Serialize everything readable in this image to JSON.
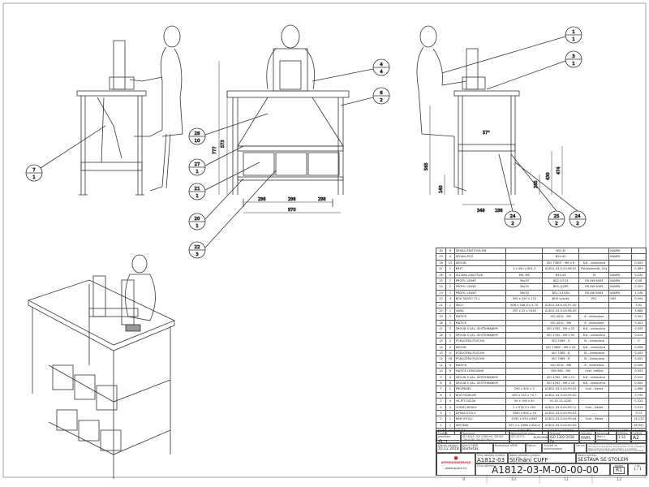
{
  "drawing": {
    "balloons_side_left": [
      {
        "top": "7",
        "bottom": "1"
      }
    ],
    "balloons_front": [
      {
        "top": "4",
        "bottom": "4"
      },
      {
        "top": "6",
        "bottom": "2"
      },
      {
        "top": "28",
        "bottom": "10"
      },
      {
        "top": "27",
        "bottom": "1"
      },
      {
        "top": "21",
        "bottom": "1"
      },
      {
        "top": "20",
        "bottom": "1"
      },
      {
        "top": "22",
        "bottom": "3"
      }
    ],
    "balloons_side_right": [
      {
        "top": "1",
        "bottom": "1"
      },
      {
        "top": "3",
        "bottom": "1"
      },
      {
        "top": "24",
        "bottom": "2"
      },
      {
        "top": "25",
        "bottom": "2"
      },
      {
        "top": "24",
        "bottom": "2"
      }
    ],
    "dimensions_front": {
      "height_table": "573",
      "height_total": "777",
      "bay1": "298",
      "bay2": "298",
      "bay3": "298",
      "width": "970"
    },
    "dimensions_side": {
      "height": "565",
      "foot": "140",
      "h1": "474",
      "h2": "430",
      "h3": "265",
      "depth1": "348",
      "depth2": "198",
      "angle": "57°"
    }
  },
  "bom": {
    "rows": [
      [
        "30",
        "8",
        "DESKA ZÁVITOVÁ M6",
        "",
        "B32-M",
        "",
        "KANPA",
        ""
      ],
      [
        "29",
        "4",
        "SPOJKA PVS",
        "",
        "B20-90",
        "",
        "KANPA",
        ""
      ],
      [
        "28",
        "10",
        "ŠROUB",
        "",
        "ISO 7380F - M6 x 8",
        "8.8 - zinkováno",
        "",
        "0,003"
      ],
      [
        "27",
        "1",
        "KRYT",
        "3 x 450 x 801,3",
        "A1812-03-S-04-96-02",
        "Polykarbonát, čirý",
        "",
        "0,983"
      ],
      [
        "26",
        "4",
        "VLOŽKA ZÁVITOVÁ",
        "M6, M6",
        "B33-26",
        "St",
        "KANPA",
        "0,035"
      ],
      [
        "25",
        "2",
        "PROFIL LEHKÝ",
        "30x30",
        "B02-5/124",
        "EN AW 6063",
        "KANPA",
        "0,08"
      ],
      [
        "24",
        "2",
        "PROFIL LEHKÝ",
        "30x30",
        "B02-3/289",
        "EN AW 6063",
        "KANPA",
        "0,329"
      ],
      [
        "23",
        "1",
        "PROFIL LEHKÝ",
        "30x30",
        "B02-1/103b",
        "EN AW 6063",
        "KANPA",
        "1,148"
      ],
      [
        "22",
        "3",
        "BOX TAURO 72 L",
        "300 x 200 x 170",
        "BOX vysoký",
        "PVC",
        "OBI",
        "0,954"
      ],
      [
        "21",
        "1",
        "SKLO",
        "806 x 438,6 x 4,70",
        "A1812-03-S-04-97-00",
        "",
        "",
        "3,92"
      ],
      [
        "20",
        "1",
        "VANA",
        "295 x 22 x 1040",
        "A1812-03-S-04-98-00",
        "",
        "",
        "3,864"
      ],
      [
        "19",
        "2",
        "MATICE",
        "",
        "ISO 4032 - M5",
        "8 - zinkováno",
        "",
        "0,001"
      ],
      [
        "18",
        "2",
        "MATICE",
        "",
        "ISO 4032 - M6",
        "8 - zinkováno",
        "",
        "0,003"
      ],
      [
        "17",
        "2",
        "ŠROUB S VAL. ŠESTIHRANEM",
        "",
        "ISO 4762 - M5 x 20",
        "8.8 - zinkováno",
        "",
        "0,005"
      ],
      [
        "16",
        "2",
        "ŠROUB S VAL. ŠESTIHRANEM",
        "",
        "ISO 4762 - M6 x 50",
        "8.8 - zinkováno",
        "",
        "0,014"
      ],
      [
        "15",
        "2",
        "PODLOŽKA PLOCHÁ",
        "",
        "ISO 7089 - 5",
        "St - zinkováno",
        "",
        "0"
      ],
      [
        "14",
        "4",
        "ŠROUB",
        "",
        "ISO 7380F - M6 x 20",
        "8.8 - zinkováno",
        "",
        "0,006"
      ],
      [
        "13",
        "4",
        "PODLOŽKA PLOCHÁ",
        "",
        "ISO 7089 - 8",
        "St - zinkováno",
        "",
        "0,003"
      ],
      [
        "12",
        "18",
        "PODLOŽKA PLOCHÁ",
        "",
        "ISO 7089 - 6",
        "St - zinkováno",
        "",
        "0,001"
      ],
      [
        "11",
        "4",
        "MATICE",
        "",
        "ISO 4032 - M8",
        "8 - zinkováno",
        "",
        "0,006"
      ],
      [
        "10",
        "8",
        "MATICE LEMOVANÁ",
        "",
        "DIN 980 - M6",
        "Ocel, měkká",
        "",
        "0,003"
      ],
      [
        "9",
        "4",
        "ŠROUB S VAL. ŠESTIHRANEM",
        "",
        "ISO 4762 - M8 x 12",
        "8.8 - zinkováno",
        "",
        "0,012"
      ],
      [
        "8",
        "8",
        "ŠROUB S VAL. ŠESTIHRANEM",
        "",
        "ISO 4762 - M6 x 18",
        "8.8 - zinkováno",
        "",
        "0,005"
      ],
      [
        "7",
        "1",
        "PŘÍSPANEL",
        "290 x 300 x 3",
        "A1812-03-S-04-99-05",
        "Ocel - Nerez",
        "",
        "0,966"
      ],
      [
        "6",
        "2",
        "BOX PODÉLNÝ",
        "300 x 225 x 70,7",
        "A1812-03-S-04-99-00",
        "",
        "",
        "0,795"
      ],
      [
        "5",
        "4",
        "VA-PTO-VA-VA",
        "40 x 108 x 40",
        "01-01-01-A240",
        "",
        "",
        "0,224"
      ],
      [
        "4",
        "4",
        "VODÍCÍ BOULE",
        "2 x 576,4 x 550",
        "A1812-03-S-04-99-12",
        "Ocel - Nerez",
        "",
        "0,515"
      ],
      [
        "3",
        "1",
        "DESKA STOLU",
        "1060 x 605 x 16",
        "A1812-03-S-04-99-03",
        "---",
        "",
        "9,15"
      ],
      [
        "2",
        "1",
        "RÁM STOLU",
        "1050 x 553 x 867",
        "A1812-03-S-04-99-04",
        "Ocel - Nerez",
        "",
        "14,273"
      ],
      [
        "1",
        "1",
        "SESTAVA",
        "557,2 x 1086 x 602,4",
        "A1812-03-S-04-00-00",
        "",
        "",
        "28,951"
      ]
    ],
    "header": [
      "POZ",
      "KS",
      "POPIS",
      "ROZMĚR",
      "NORMA/VÝKRES",
      "MATERIÁL",
      "DODAVATEL",
      "Kg/KS"
    ],
    "caption": "KUSOVNÍK"
  },
  "title_block": {
    "projection_label": "Použitá promítání",
    "tolerance_label": "Tolerance",
    "tolerance_value": "ISO 8015, ISO 2768 mK, EN ISO 13920 BF, EN ISO 5817 C",
    "surface_label": "Neoznačené hrany",
    "surface_value": "ISO 13715",
    "roughness_label": "Drsnost",
    "roughness_value": "ISO 1302:2018 Ra",
    "units_label": "Jednotky",
    "units_value": "mm",
    "weight_label": "Hmotnost",
    "weight_value": "Není k dispozici",
    "scale_label": "Měřítko",
    "scale_value": "1:10",
    "format_label": "Formát",
    "format_value": "A2",
    "date_label": "Datum zahájení",
    "date_value": "10.12.2018",
    "author_label": "Kreslil APME",
    "author_value": "Bartošák",
    "control_label": "Kontroloval APME",
    "control_date_label": "Datum",
    "approved_label": "Schválil za objednavatele",
    "approved_date_label": "Datum",
    "copyright": "The reproduction, distribution and utilization of this document as well as the communication of its contents to others without express authorization is prohibited. Offenders will be held liable for the payment of damages.",
    "company": "APMENGINEERING",
    "website": "www.apme.cz",
    "order_label": "Číslo zakázky-výrobku",
    "order_value": "A1812-03",
    "project_label": "Název projektu-výrobku",
    "project_value": "Stříhání CUFF",
    "part_name_label": "Název výkresu",
    "part_name_value": "SESTAVA SE STOLEM",
    "drawing_no_label": "Číslo výkresu",
    "drawing_no_value": "A1812-03-M-00-00-00",
    "revision_label": "Vydání",
    "revision_value": "R1",
    "sheet_label": "List",
    "sheet_value": "1 / 1"
  },
  "zones": [
    "9",
    "10",
    "11",
    "12"
  ]
}
